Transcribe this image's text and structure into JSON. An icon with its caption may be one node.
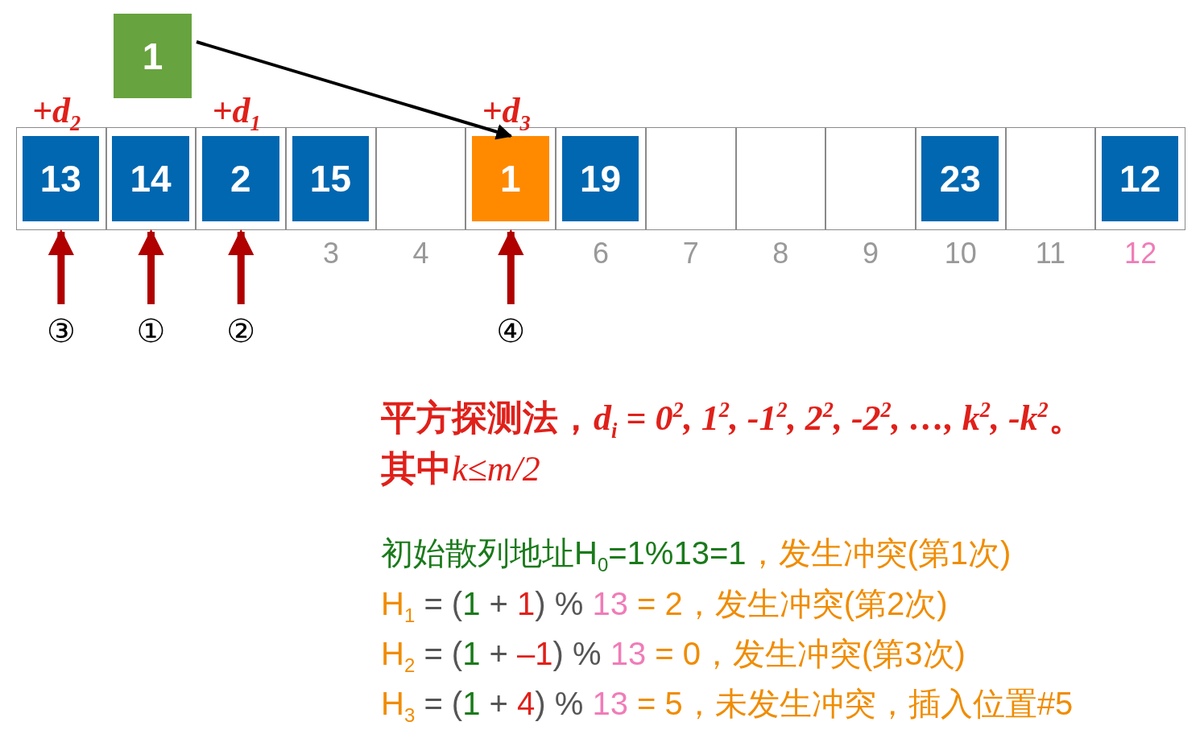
{
  "diagram": {
    "nodes": [
      {
        "text": [],
        "shape": "box",
        "beside": [
          "+d$_{2}$"
        ]
      },
      {
        "text": [],
        "shape": "box"
      },
      {
        "text": [],
        "shape": "box",
        "beside": [
          "+d$_{1}$"
        ]
      },
      {
        "text": [],
        "shape": "box",
        "beside": [
          "3"
        ]
      },
      {
        "text": [],
        "shape": "box",
        "beside": [
          "4"
        ]
      },
      {
        "text": [],
        "shape": "box",
        "beside": [
          "+d$_{3}$"
        ]
      },
      {
        "text": [],
        "shape": "box",
        "beside": [
          "6"
        ]
      },
      {
        "text": [],
        "shape": "box",
        "beside": [
          "7"
        ]
      },
      {
        "text": [],
        "shape": "box",
        "beside": [
          "8"
        ]
      },
      {
        "text": [],
        "shape": "box",
        "beside": [
          "9"
        ]
      },
      {
        "text": [],
        "shape": "box",
        "beside": [
          "10"
        ]
      },
      {
        "text": [],
        "shape": "box",
        "beside": [
          "11"
        ]
      },
      {
        "text": [],
        "shape": "box",
        "beside": [
          "12"
        ]
      },
      {
        "text": [
          "13"
        ],
        "in": 0
      },
      {
        "text": [
          "14"
        ],
        "in": 1
      },
      {
        "text": [
          "2"
        ],
        "in": 2
      },
      {
        "text": [
          "15"
        ],
        "in": 3
      },
      {
        "text": [
          "1"
        ],
        "in": 5
      },
      {
        "text": [
          "19"
        ],
        "in": 6
      },
      {
        "text": [
          "23"
        ],
        "in": 10
      },
      {
        "text": [
          "12"
        ],
        "in": 12
      },
      {
        "text": [
          "1"
        ]
      },
      {
        "text": [
          "③"
        ]
      },
      {
        "text": [
          "①"
        ]
      },
      {
        "text": [
          "②"
        ]
      },
      {
        "text": [
          "④"
        ]
      }
    ],
    "edges": [
      {
        "from": 21,
        "to": 17,
        "arrow": "to",
        "color": "#000000"
      },
      {
        "from": 22,
        "to": 0,
        "arrow": "to"
      },
      {
        "from": 23,
        "to": 1,
        "arrow": "to"
      },
      {
        "from": 24,
        "to": 2,
        "arrow": "to"
      },
      {
        "from": 25,
        "to": 5,
        "arrow": "to"
      }
    ],
    "labels": [
      "平方探测法，",
      "d$_{i}$ = 0$^{2}$, 1$^{2}$, -1$^{2}$, 2$^{2}$, -2$^{2}$, …, k$^{2}$, -k$^{2}$",
      "。",
      "其中",
      "k≤m/2",
      "初始散列地址H$_{0}$=1%13=1",
      "，发生冲突(第1次)",
      "H$_{1}$",
      "= (",
      "1",
      "+",
      "1",
      ") %",
      "13",
      "= 2，发生冲突(第2次)",
      "H$_{2}$",
      "= (",
      "1",
      "+",
      "–1",
      ") %",
      "13",
      "= 0，发生冲突(第3次)",
      "H$_{3}$",
      "= (",
      "1",
      "+",
      "4",
      ") %",
      "13",
      "= 5，未发生冲突，插入位置#5"
    ]
  }
}
